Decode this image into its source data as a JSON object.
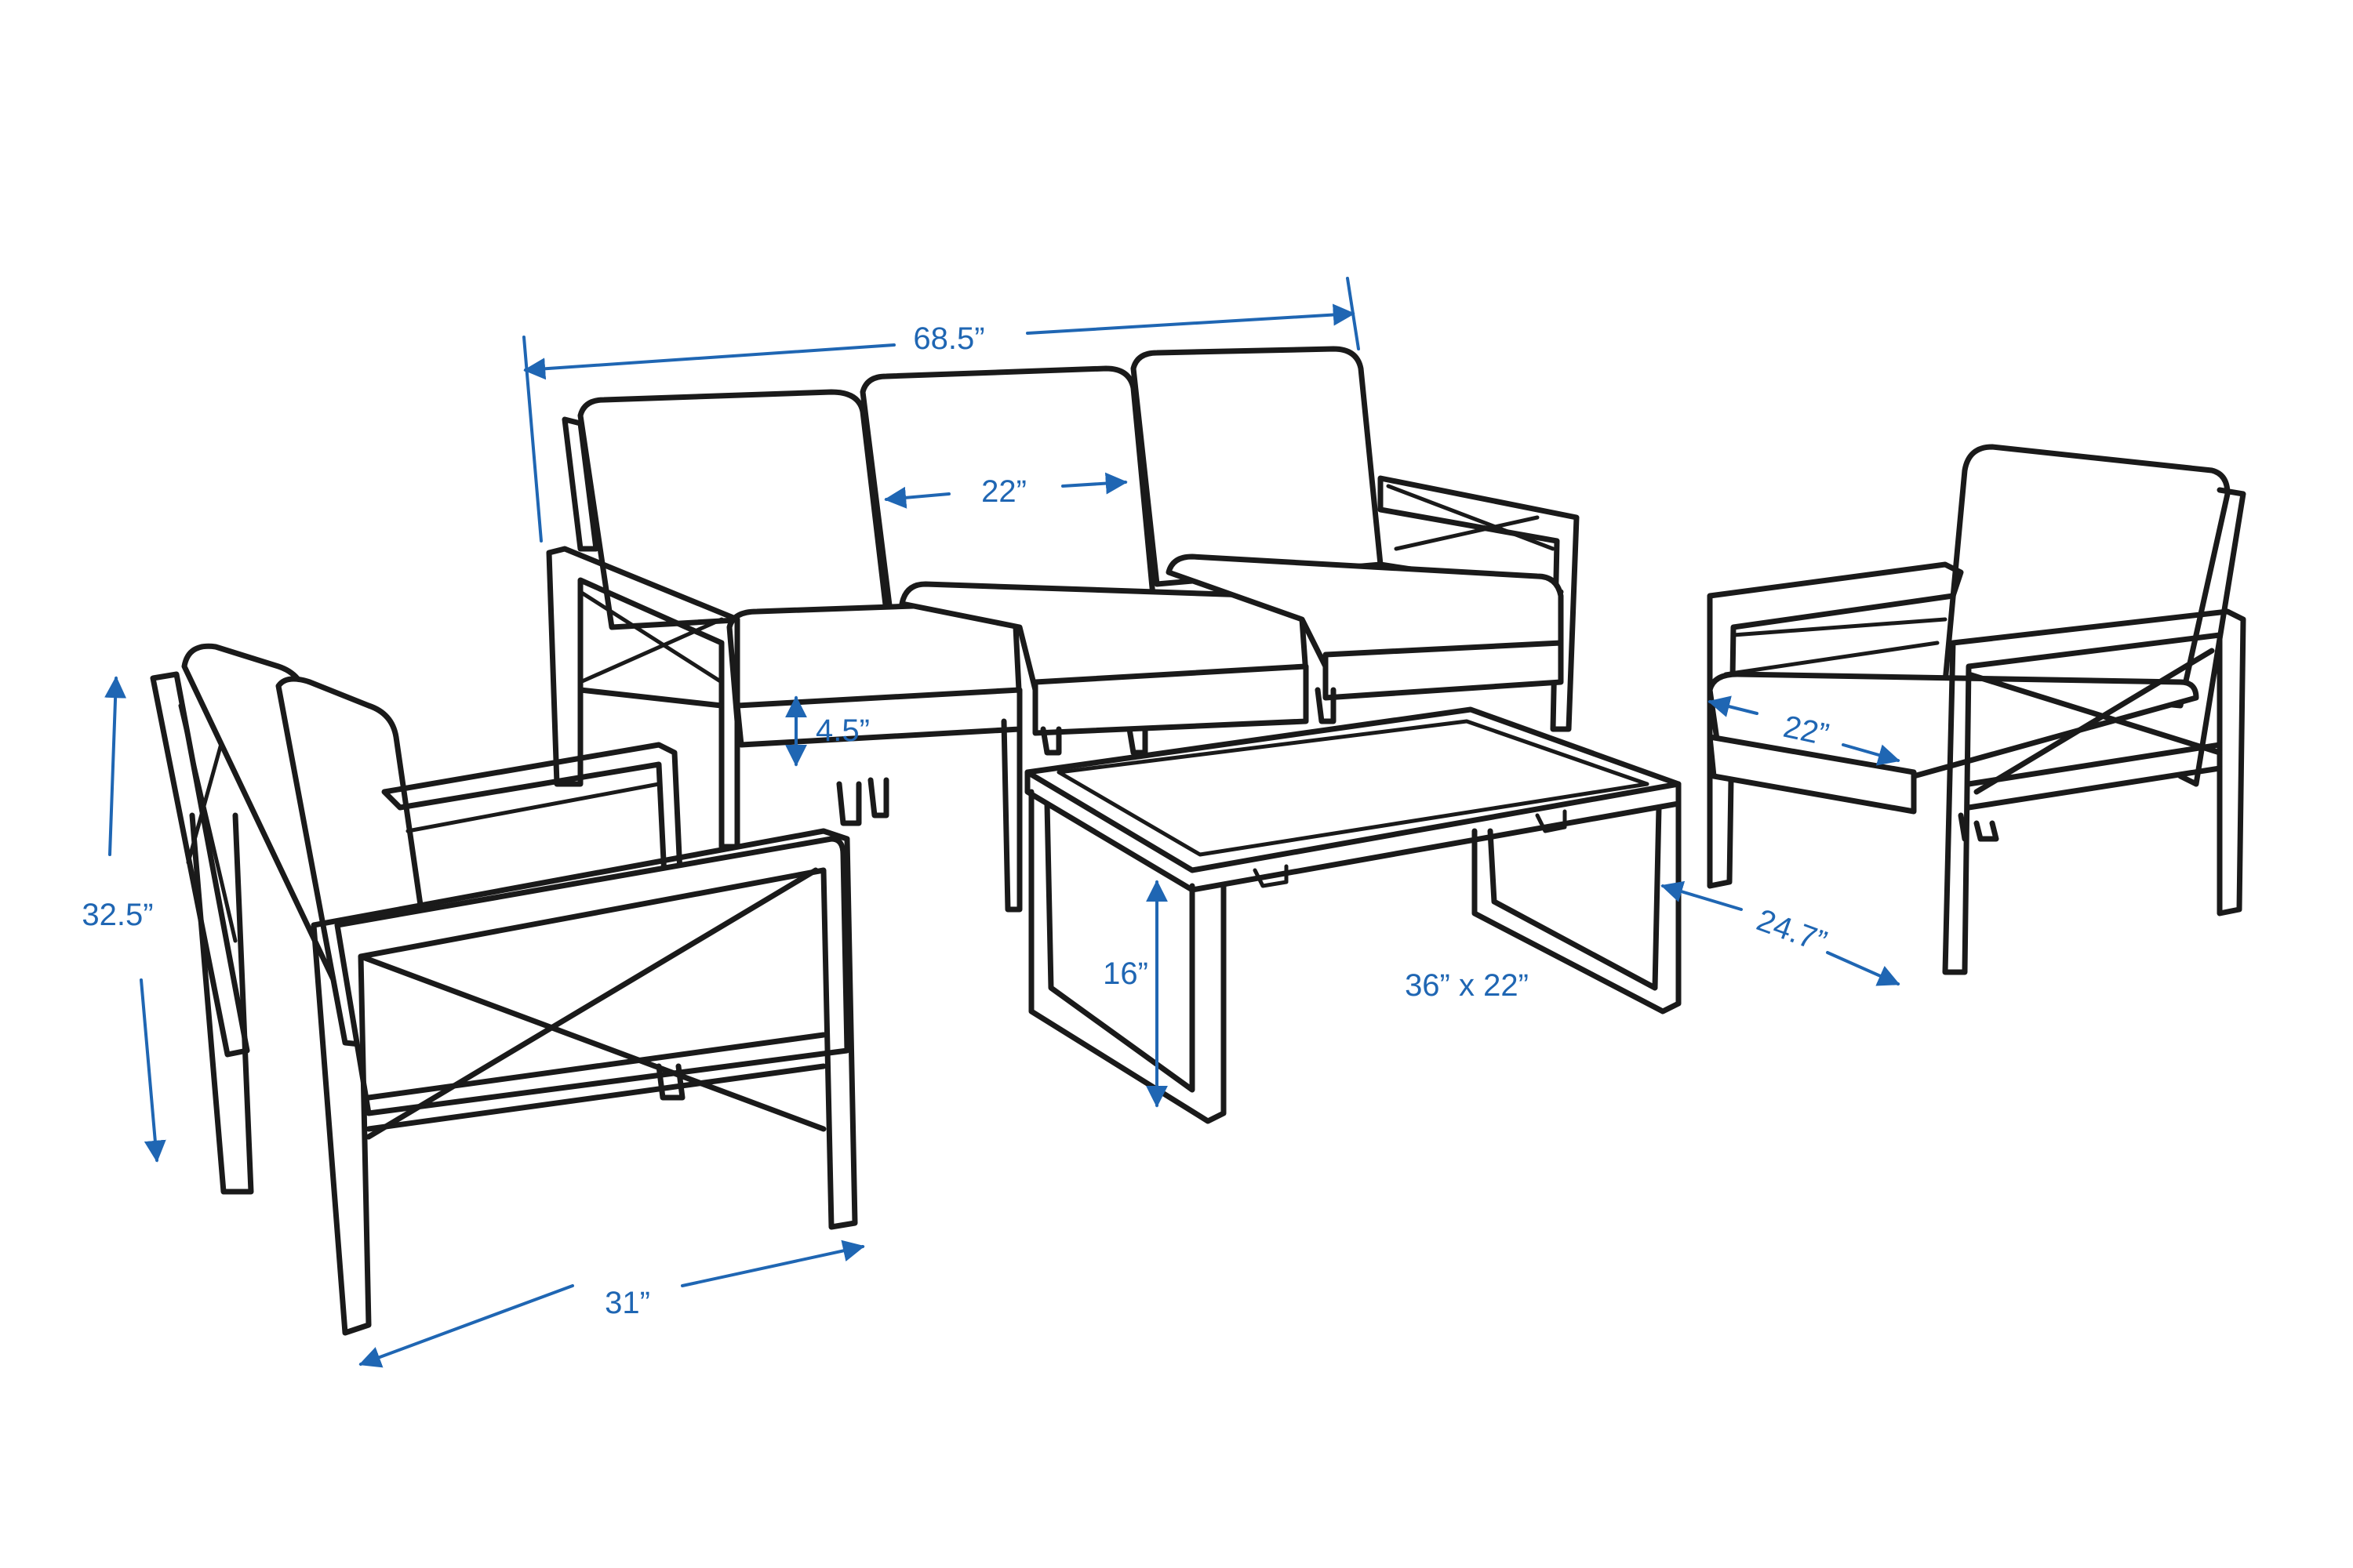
{
  "colors": {
    "line_art": "#1a1a1a",
    "dimension": "#1f66b3",
    "background": "#ffffff"
  },
  "dimensions": {
    "sofa_width": "68.5”",
    "sofa_seat_width": "22”",
    "cushion_thickness": "4.5”",
    "chair_height": "32.5”",
    "chair_width": "31”",
    "table_height": "16”",
    "table_size": "36” x 22”",
    "right_chair_seat_width": "22”",
    "right_chair_depth": "24.7”"
  }
}
